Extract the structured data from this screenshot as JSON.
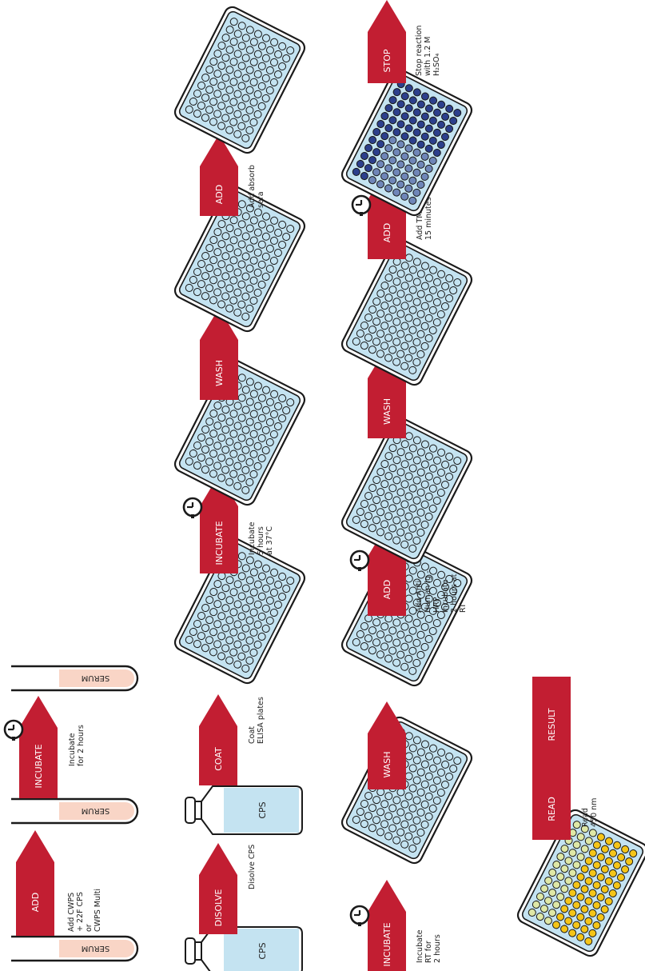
{
  "colors": {
    "arrow": "#c21e32",
    "arrow_text": "#ffffff",
    "serum_fill": "#f9d5c6",
    "plate_fill": "#c4e3f1",
    "well_fill": "#c4e3f1",
    "outline": "#1a1a1a",
    "vial_liquid": "#c4e3f1",
    "tmb_well": "#2c3f8c",
    "tmb_well_light": "#6f86b8",
    "result_well": "#f5c518",
    "result_well_light": "#dfe8a6",
    "label_text": "#222222"
  },
  "col1": {
    "tube_labels": [
      "SERUM",
      "SERUM",
      "SERUM"
    ],
    "steps": [
      {
        "arrow": "ADD",
        "lines": [
          "Add CWPS",
          "+ 22F CPS",
          "or",
          "CWPS Multi"
        ],
        "clock": false
      },
      {
        "arrow": "INCUBATE",
        "lines": [
          "Incubate",
          "for 2 hours"
        ],
        "clock": true
      }
    ]
  },
  "col2": {
    "vial_labels": [
      "CPS",
      "CPS"
    ],
    "steps": [
      {
        "arrow": "DISOLVE",
        "lines": [
          "Disolve CPS"
        ],
        "clock": false
      },
      {
        "arrow": "COAT",
        "lines": [
          "Coat",
          "ELISA plates"
        ],
        "clock": false
      },
      {
        "arrow": "INCUBATE",
        "lines": [
          "Incubate",
          "5 hours",
          "at 37°C"
        ],
        "clock": true
      },
      {
        "arrow": "WASH",
        "lines": [],
        "clock": false
      },
      {
        "arrow": "ADD",
        "lines": [
          "Add absorb",
          "sera"
        ],
        "clock": false
      }
    ]
  },
  "col3": {
    "steps": [
      {
        "arrow": "INCUBATE",
        "lines": [
          "Incubate",
          "RT for",
          "2 hours"
        ],
        "clock": true
      },
      {
        "arrow": "WASH",
        "lines": [],
        "clock": false
      },
      {
        "arrow": "ADD",
        "lines": [
          "Add Anti",
          "Human Ig -",
          "HRP.",
          "Incubate",
          "2 hours at",
          "RT"
        ],
        "clock": true
      },
      {
        "arrow": "WASH",
        "lines": [],
        "clock": false
      },
      {
        "arrow": "ADD",
        "lines": [
          "Add TMB for",
          "15 minutes"
        ],
        "clock": true
      },
      {
        "arrow": "STOP",
        "lines": [
          "Stop reaction",
          "with 1.2 M",
          "H₂SO₄"
        ],
        "clock": false
      }
    ]
  },
  "col4": {
    "steps": [
      {
        "arrow": "READ",
        "lines": [
          "Read",
          "450 nm"
        ],
        "clock": false
      },
      {
        "arrow": "RESULT",
        "lines": [],
        "clock": false
      }
    ]
  }
}
